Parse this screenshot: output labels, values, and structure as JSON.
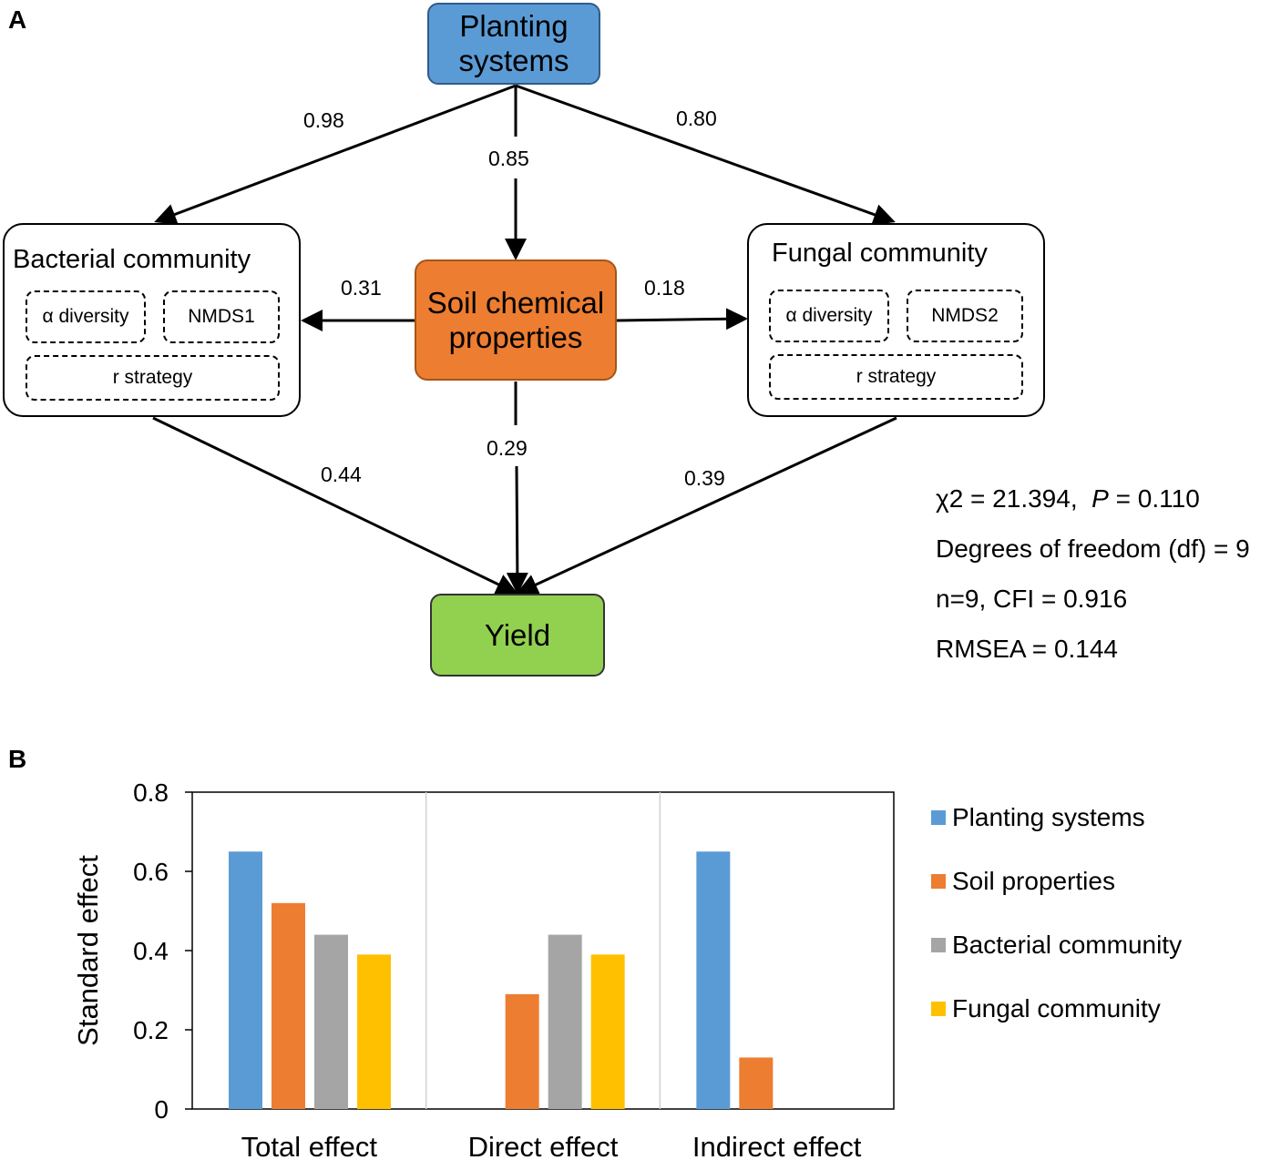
{
  "panel_a": {
    "letter": "A",
    "nodes": {
      "planting": "Planting systems",
      "soil": "Soil chemical properties",
      "yield": "Yield",
      "bacterial": {
        "title": "Bacterial community",
        "alpha": "α diversity",
        "nmds": "NMDS1",
        "r": "r strategy"
      },
      "fungal": {
        "title": "Fungal community",
        "alpha": "α diversity",
        "nmds": "NMDS2",
        "r": "r strategy"
      }
    },
    "paths": {
      "planting_bacterial": "0.98",
      "planting_soil": "0.85",
      "planting_fungal": "0.80",
      "soil_bacterial": "0.31",
      "soil_fungal": "0.18",
      "bacterial_yield": "0.44",
      "soil_yield": "0.29",
      "fungal_yield": "0.39"
    },
    "fit": {
      "chi_prefix": "χ2 = 21.394,",
      "p_label": "P",
      "p_value": " = 0.110",
      "df": "Degrees of freedom (df) = 9",
      "n_cfi": "n=9, CFI = 0.916",
      "rmsea": "RMSEA = 0.144"
    }
  },
  "panel_b": {
    "letter": "B",
    "colors": {
      "planting": "#5b9bd5",
      "soil": "#ed7d31",
      "bacterial": "#a5a5a5",
      "fungal": "#ffc000"
    }
  },
  "chart_data": {
    "type": "bar",
    "categories": [
      "Total effect",
      "Direct effect",
      "Indirect effect"
    ],
    "series": [
      {
        "name": "Planting systems",
        "values": [
          0.65,
          null,
          0.65
        ]
      },
      {
        "name": "Soil properties",
        "values": [
          0.52,
          0.29,
          0.13
        ]
      },
      {
        "name": "Bacterial community",
        "values": [
          0.44,
          0.44,
          null
        ]
      },
      {
        "name": "Fungal community",
        "values": [
          0.39,
          0.39,
          null
        ]
      }
    ],
    "title": "",
    "xlabel": "",
    "ylabel": "Standard effect",
    "ylim": [
      0,
      0.8
    ],
    "yticks": [
      "0",
      "0.2",
      "0.4",
      "0.6",
      "0.8"
    ],
    "legend": "right",
    "grid": false
  }
}
